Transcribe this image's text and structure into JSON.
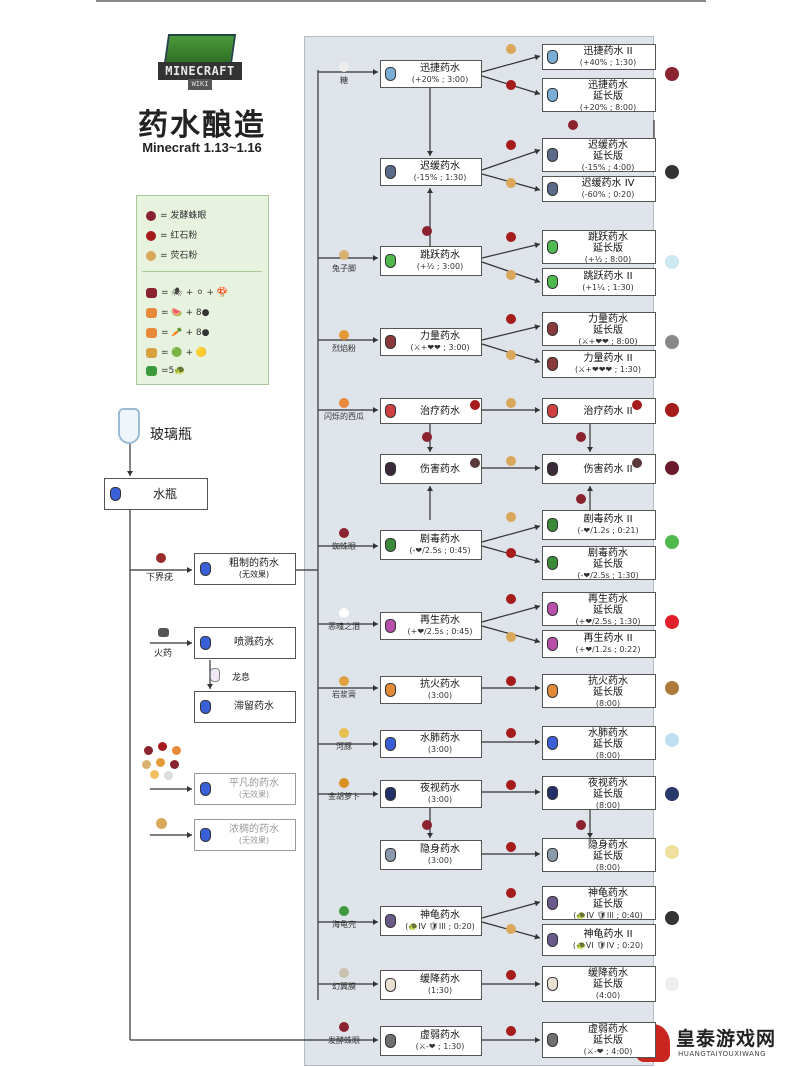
{
  "header": {
    "logo_text": "MINECRAFT",
    "logo_wiki": "WIKI",
    "title": "药水酿造",
    "subtitle": "Minecraft 1.13~1.16"
  },
  "legend": {
    "items": [
      {
        "label": "= 发酵蛛眼",
        "color": "#8b2230"
      },
      {
        "label": "= 红石粉",
        "color": "#a61b1b"
      },
      {
        "label": "= 荧石粉",
        "color": "#d9a85a"
      }
    ],
    "recipes": [
      {
        "text": "= 🕷 + ⚪ + 🍄"
      },
      {
        "text": "= 🍉 + 8●"
      },
      {
        "text": "= 🥕 + 8●"
      },
      {
        "text": "= 🟢 + 🟡"
      },
      {
        "text": "=5🐢"
      }
    ]
  },
  "left": {
    "glass_bottle": "玻璃瓶",
    "water_bottle": "水瓶",
    "nether_wart": "下界疣",
    "gunpowder": "火药",
    "dragon_breath": "龙息",
    "awkward": {
      "name": "粗制的药水",
      "stat": "(无效果)"
    },
    "splash": {
      "name": "喷溅药水"
    },
    "lingering": {
      "name": "滞留药水"
    },
    "mundane": {
      "name": "平凡的药水",
      "stat": "(无效果)"
    },
    "thick": {
      "name": "浓稠的药水",
      "stat": "(无效果)"
    }
  },
  "ingredients": [
    {
      "label": "糖",
      "color": "#eeeeee"
    },
    {
      "label": "兔子脚",
      "color": "#d9b070"
    },
    {
      "label": "烈焰粉",
      "color": "#e59a3a"
    },
    {
      "label": "闪烁的西瓜",
      "color": "#e8893a"
    },
    {
      "label": "蜘蛛眼",
      "color": "#8b2230"
    },
    {
      "label": "恶魂之泪",
      "color": "#ffffff"
    },
    {
      "label": "岩浆膏",
      "color": "#e0a040"
    },
    {
      "label": "河豚",
      "color": "#e8c050"
    },
    {
      "label": "金胡萝卜",
      "color": "#d99020"
    },
    {
      "label": "海龟壳",
      "color": "#3c9a3c"
    },
    {
      "label": "幻翼膜",
      "color": "#c9c0b0"
    },
    {
      "label": "发酵蛛眼",
      "color": "#8b2230"
    }
  ],
  "potions": {
    "swift": {
      "name": "迅捷药水",
      "stat": "(+20% ; 3:00)"
    },
    "swift2": {
      "name": "迅捷药水 II",
      "stat": "(+40% ; 1:30)"
    },
    "swift_ext": {
      "name": "迅捷药水",
      "name2": "延长版",
      "stat": "(+20% ; 8:00)"
    },
    "slow": {
      "name": "迟缓药水",
      "stat": "(-15% ; 1:30)"
    },
    "slow_ext": {
      "name": "迟缓药水",
      "name2": "延长版",
      "stat": "(-15% ; 4:00)"
    },
    "slow4": {
      "name": "迟缓药水 IV",
      "stat": "(-60% ; 0:20)"
    },
    "leap": {
      "name": "跳跃药水",
      "stat": "(+½ ; 3:00)"
    },
    "leap_ext": {
      "name": "跳跃药水",
      "name2": "延长版",
      "stat": "(+½ ; 8:00)"
    },
    "leap2": {
      "name": "跳跃药水 II",
      "stat": "(+1¼ ; 1:30)"
    },
    "strength": {
      "name": "力量药水",
      "stat": "(⚔+❤❤ ; 3:00)"
    },
    "strength_ext": {
      "name": "力量药水",
      "name2": "延长版",
      "stat": "(⚔+❤❤ ; 8:00)"
    },
    "strength2": {
      "name": "力量药水 II",
      "stat": "(⚔+❤❤❤ ; 1:30)"
    },
    "heal": {
      "name": "治疗药水"
    },
    "heal2": {
      "name": "治疗药水 II"
    },
    "harm": {
      "name": "伤害药水"
    },
    "harm2": {
      "name": "伤害药水 II"
    },
    "poison": {
      "name": "剧毒药水",
      "stat": "(-❤/2.5s ; 0:45)"
    },
    "poison2": {
      "name": "剧毒药水 II",
      "stat": "(-❤/1.2s ; 0:21)"
    },
    "poison_ext": {
      "name": "剧毒药水",
      "name2": "延长版",
      "stat": "(-❤/2.5s ; 1:30)"
    },
    "regen": {
      "name": "再生药水",
      "stat": "(+❤/2.5s ; 0:45)"
    },
    "regen_ext": {
      "name": "再生药水",
      "name2": "延长版",
      "stat": "(+❤/2.5s ; 1:30)"
    },
    "regen2": {
      "name": "再生药水 II",
      "stat": "(+❤/1.2s ; 0:22)"
    },
    "fire": {
      "name": "抗火药水",
      "stat": "(3:00)"
    },
    "fire_ext": {
      "name": "抗火药水",
      "name2": "延长版",
      "stat": "(8:00)"
    },
    "water": {
      "name": "水肺药水",
      "stat": "(3:00)"
    },
    "water_ext": {
      "name": "水肺药水",
      "name2": "延长版",
      "stat": "(8:00)"
    },
    "night": {
      "name": "夜视药水",
      "stat": "(3:00)"
    },
    "night_ext": {
      "name": "夜视药水",
      "name2": "延长版",
      "stat": "(8:00)"
    },
    "invis": {
      "name": "隐身药水",
      "stat": "(3:00)"
    },
    "invis_ext": {
      "name": "隐身药水",
      "name2": "延长版",
      "stat": "(8:00)"
    },
    "turtle": {
      "name": "神龟药水",
      "stat": "(🐢IV 🛡III ; 0:20)"
    },
    "turtle_ext": {
      "name": "神龟药水",
      "name2": "延长版",
      "stat": "(🐢IV 🛡III ; 0:40)"
    },
    "turtle2": {
      "name": "神龟药水 II",
      "stat": "(🐢VI 🛡IV ; 0:20)"
    },
    "slowfall": {
      "name": "缓降药水",
      "stat": "(1:30)"
    },
    "slowfall_ext": {
      "name": "缓降药水",
      "name2": "延长版",
      "stat": "(4:00)"
    },
    "weak": {
      "name": "虚弱药水",
      "stat": "(⚔-❤ ; 1:30)"
    },
    "weak_ext": {
      "name": "虚弱药水",
      "name2": "延长版",
      "stat": "(⚔-❤ ; 4:00)"
    }
  },
  "watermark": {
    "text": "皇泰游戏网",
    "sub": "HUANGTAIYOUXIWANG"
  }
}
